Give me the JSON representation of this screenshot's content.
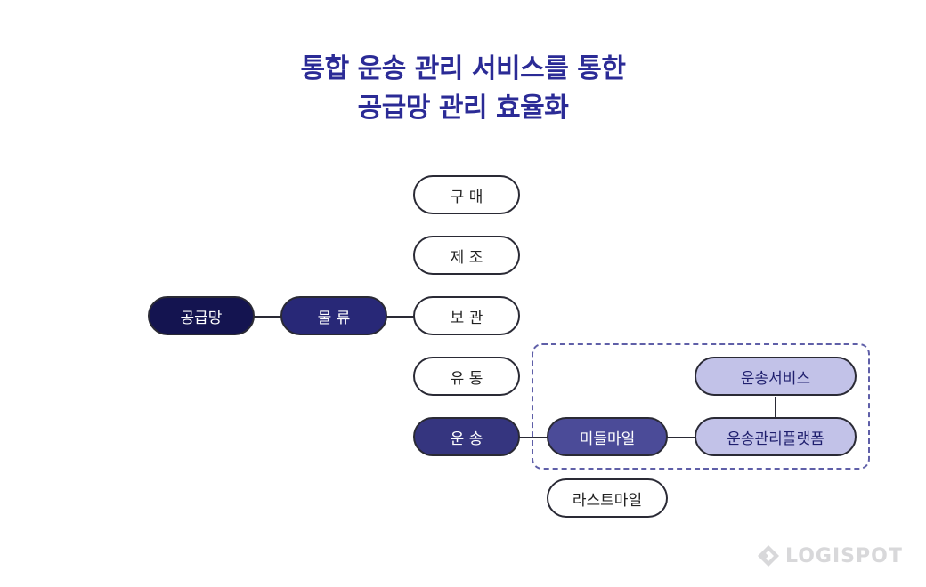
{
  "title": {
    "line1": "통합 운송 관리 서비스를 통한",
    "line2": "공급망 관리 효율화"
  },
  "nodes": {
    "supply_chain": "공급망",
    "logistics": "물 류",
    "purchase": "구 매",
    "manufacturing": "제 조",
    "storage": "보 관",
    "distribution": "유 통",
    "transport": "운 송",
    "middle_mile": "미들마일",
    "last_mile": "라스트마일",
    "transport_service": "운송서비스",
    "tms_platform": "운송관리플랫폼"
  },
  "edges": [
    [
      "공급망",
      "물 류"
    ],
    [
      "물 류",
      "보 관"
    ],
    [
      "운 송",
      "미들마일"
    ],
    [
      "미들마일",
      "운송관리플랫폼"
    ],
    [
      "운송관리플랫폼",
      "운송서비스"
    ]
  ],
  "colors": {
    "title": "#2b2b96",
    "supply_chain_fill": "#141450",
    "logistics_fill": "#282877",
    "transport_fill": "#35357f",
    "middle_mile_fill": "#4b4b98",
    "platform_fill": "#c2c2e8",
    "dashed_border": "#5f5fa8"
  },
  "logo": {
    "text": "LOGISPOT",
    "icon": "diamond-logo-icon"
  }
}
